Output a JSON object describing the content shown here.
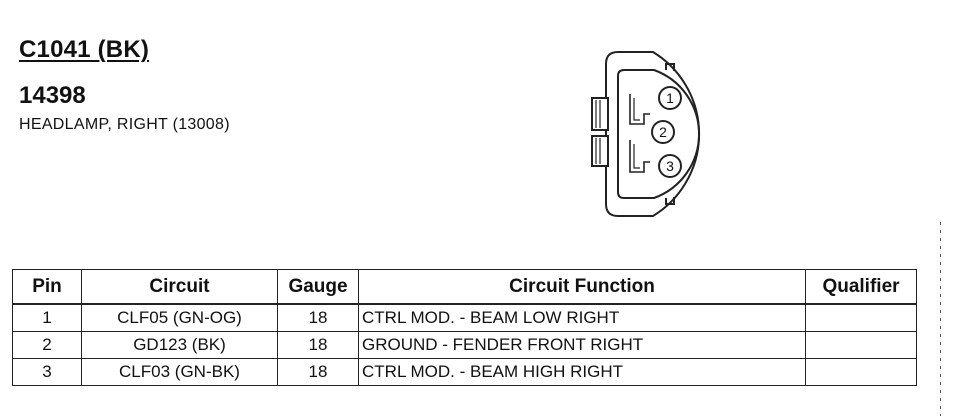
{
  "connector": {
    "id": "C1041 (BK)",
    "part_number": "14398",
    "description": "HEADLAMP, RIGHT (13008)"
  },
  "diagram": {
    "pin_labels": [
      "1",
      "2",
      "3"
    ]
  },
  "table": {
    "headers": {
      "pin": "Pin",
      "circuit": "Circuit",
      "gauge": "Gauge",
      "function": "Circuit Function",
      "qualifier": "Qualifier"
    },
    "rows": [
      {
        "pin": "1",
        "circuit": "CLF05 (GN-OG)",
        "gauge": "18",
        "function": "CTRL MOD. - BEAM LOW RIGHT",
        "qualifier": ""
      },
      {
        "pin": "2",
        "circuit": "GD123 (BK)",
        "gauge": "18",
        "function": "GROUND - FENDER FRONT RIGHT",
        "qualifier": ""
      },
      {
        "pin": "3",
        "circuit": "CLF03 (GN-BK)",
        "gauge": "18",
        "function": "CTRL MOD. - BEAM HIGH RIGHT",
        "qualifier": ""
      }
    ]
  }
}
